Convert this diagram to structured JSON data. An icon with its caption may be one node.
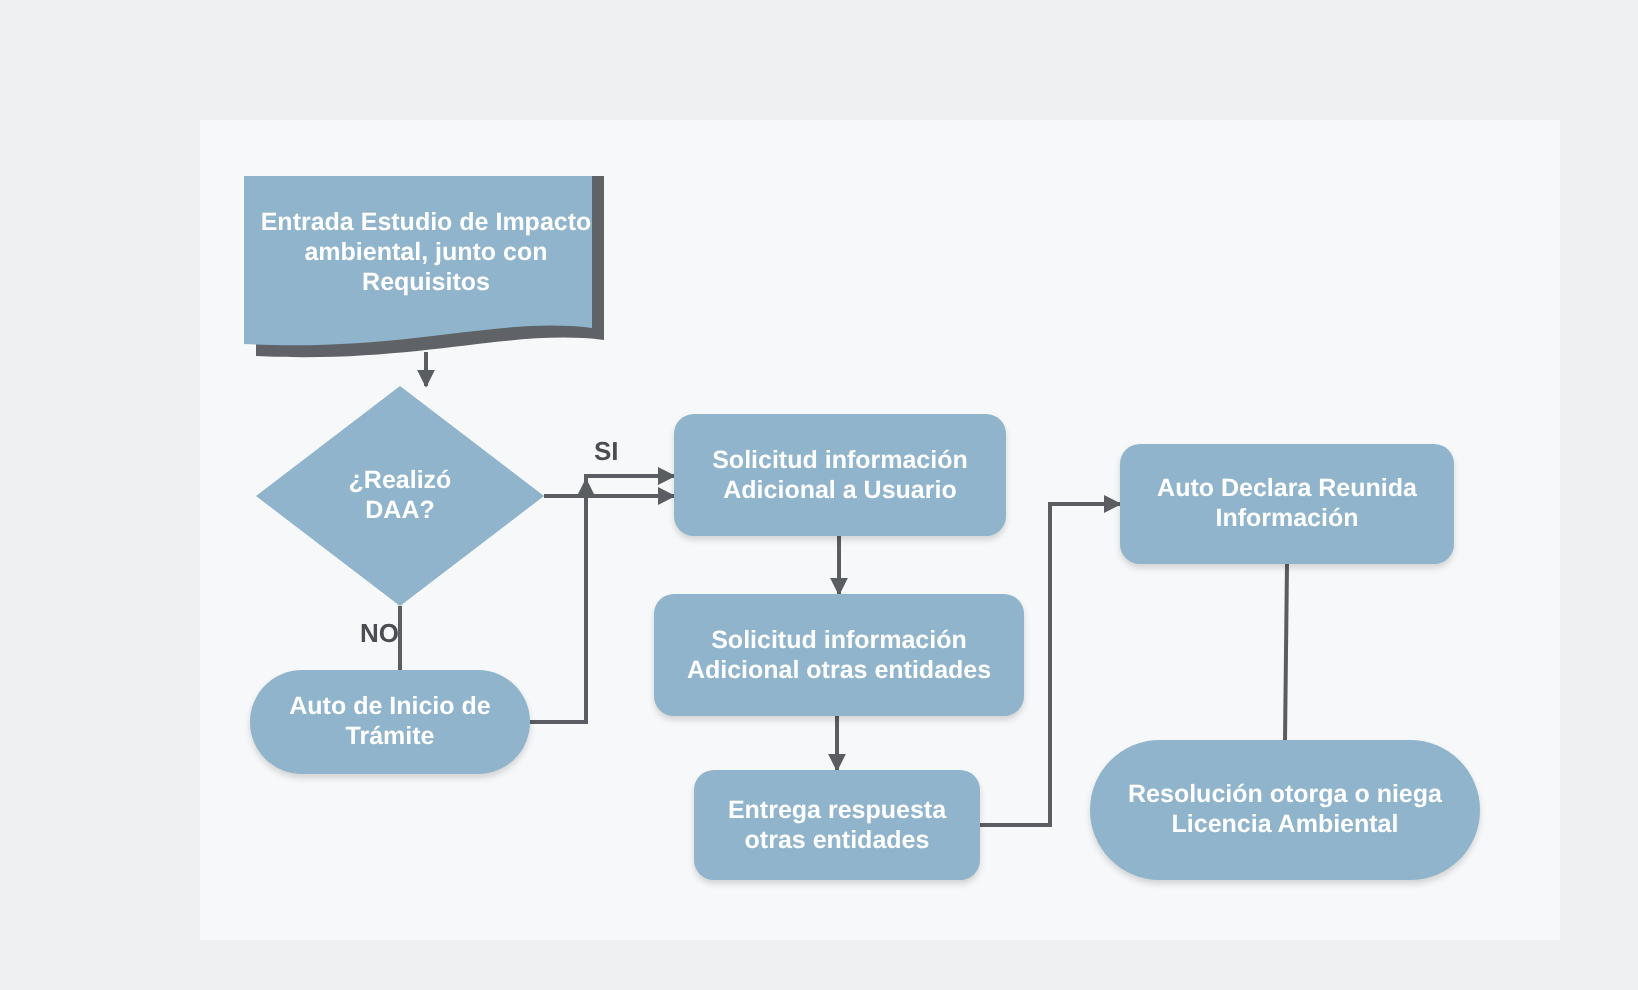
{
  "diagram": {
    "nodes": [
      {
        "text": [
          "Entrada Estudio de Impacto ambiental, junto con Requisitos"
        ]
      },
      {
        "text": [
          "¿Realizó DAA?"
        ]
      },
      {
        "text": [
          "Auto de Inicio de Trámite"
        ]
      },
      {
        "text": [
          "Solicitud información Adicional a Usuario"
        ]
      },
      {
        "text": [
          "Solicitud información Adicional otras entidades"
        ]
      },
      {
        "text": [
          "Entrega respuesta otras entidades"
        ]
      },
      {
        "text": [
          "Auto Declara Reunida Información"
        ]
      },
      {
        "text": [
          "Resolución otorga o niega Licencia Ambiental"
        ]
      }
    ],
    "edges": [
      {
        "from": 0,
        "to": 1,
        "arrow": "to"
      },
      {
        "from": 1,
        "to": 3,
        "arrow": "to",
        "label": "SI"
      },
      {
        "from": 1,
        "to": 2,
        "arrow": "none",
        "label": "NO"
      },
      {
        "from": 2,
        "to": 3,
        "arrow": "to"
      },
      {
        "from": 3,
        "to": 4,
        "arrow": "to"
      },
      {
        "from": 4,
        "to": 5,
        "arrow": "to"
      },
      {
        "from": 5,
        "to": 6,
        "arrow": "to"
      },
      {
        "from": 6,
        "to": 7,
        "arrow": "none"
      }
    ]
  }
}
